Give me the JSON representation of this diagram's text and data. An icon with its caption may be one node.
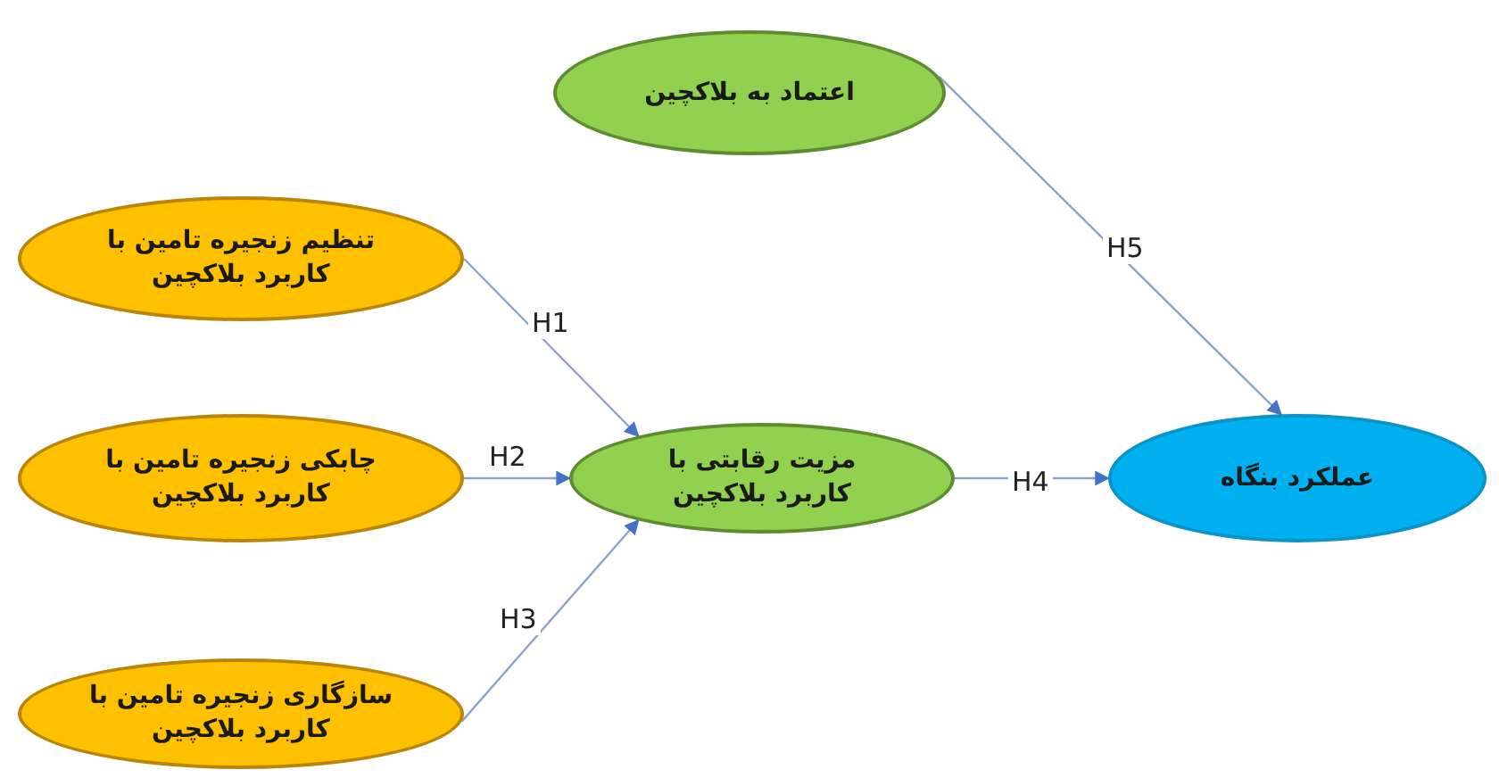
{
  "diagram": {
    "nodes": [
      {
        "text": [
          "اعتماد به بلاکچین"
        ]
      },
      {
        "text": [
          "تنظیم زنجیره تامین با کاربرد بلاکچین"
        ]
      },
      {
        "text": [
          "چابکی زنجیره تامین با کاربرد بلاکچین"
        ]
      },
      {
        "text": [
          "سازگاری زنجیره تامین با کاربرد بلاکچین"
        ]
      },
      {
        "text": [
          "مزیت رقابتی با کاربرد بلاکچین"
        ]
      },
      {
        "text": [
          "عملکرد بنگاه"
        ]
      }
    ],
    "edges": [
      {
        "from": 1,
        "to": 4,
        "arrow": "to",
        "label": "H1"
      },
      {
        "from": 2,
        "to": 4,
        "arrow": "to",
        "label": "H2"
      },
      {
        "from": 3,
        "to": 4,
        "arrow": "to",
        "label": "H3"
      },
      {
        "from": 4,
        "to": 5,
        "arrow": "to",
        "label": "H4"
      },
      {
        "from": 0,
        "to": 5,
        "arrow": "to",
        "label": "H5"
      }
    ]
  }
}
